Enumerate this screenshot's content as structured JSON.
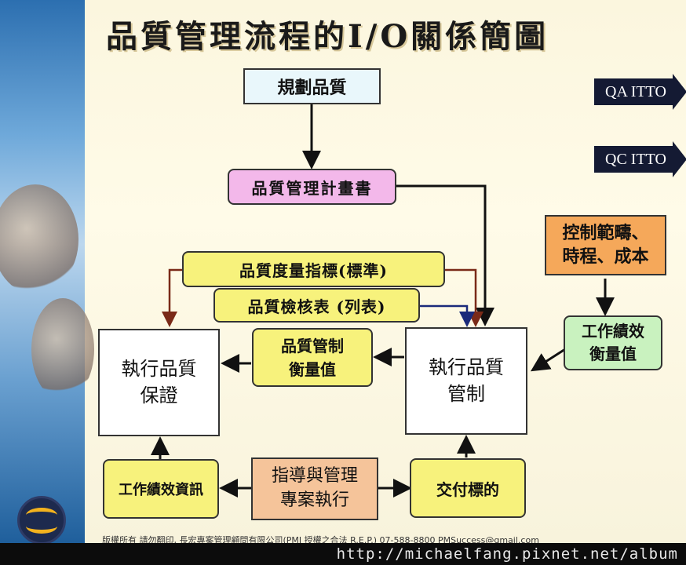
{
  "title": "品質管理流程的I/O關係簡圖",
  "tabs": [
    "QA ITTO",
    "QC ITTO"
  ],
  "boxes": {
    "plan_quality": "規劃品質",
    "quality_plan": "品質管理計畫書",
    "quality_metrics": "品質度量指標(標準)",
    "quality_checklist": "品質檢核表 (列表)",
    "control_scope": "控制範疇、\n時程、成本",
    "work_perf_measure": "工作績效\n衡量值",
    "perform_qa": "執行品質\n保證",
    "qc_measurements": "品質管制\n衡量值",
    "perform_qc": "執行品質\n管制",
    "work_perf_info": "工作績效資訊",
    "direct_manage": "指導與管理\n專案執行",
    "deliverables": "交付標的"
  },
  "colors": {
    "light_blue": "#e9f7fb",
    "pink": "#f3b8ea",
    "yellow": "#f7f27c",
    "orange": "#f5a85a",
    "green": "#c9f2bf",
    "white": "#ffffff",
    "peach": "#f5c49a"
  },
  "footer": "版權所有 請勿翻印, 長宏專案管理顧問有限公司(PMI 授權之合法 R.E.P.) 07-588-8800 PMSuccess@gmail.com",
  "watermark": "http://michaelfang.pixnet.net/album"
}
